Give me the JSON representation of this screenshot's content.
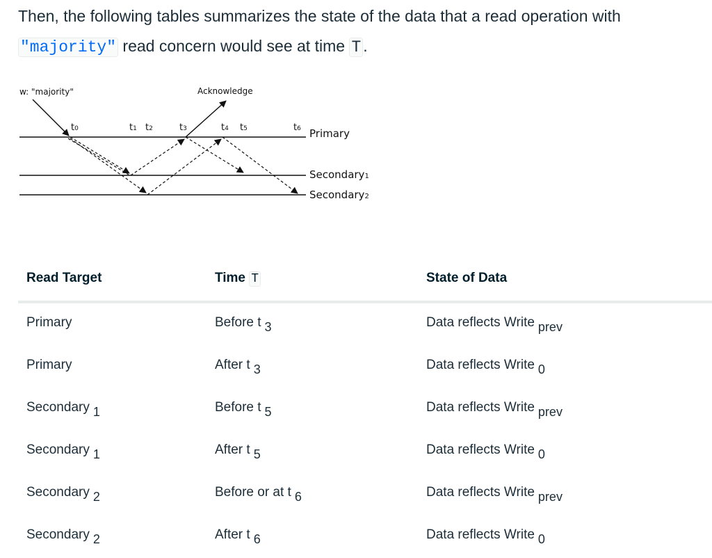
{
  "paragraph": {
    "line1": "Then, the following tables summarizes the state of the data that a read operation with",
    "code_majority": "\"majority\"",
    "line2_mid": " read concern would see at time ",
    "code_T": "T",
    "line2_end": "."
  },
  "diagram": {
    "write_label": "w: \"majority\"",
    "ack_label": "Acknowledge",
    "time_labels": [
      "t0",
      "t1",
      "t2",
      "t3",
      "t4",
      "t5",
      "t6"
    ],
    "node_labels": [
      "Primary",
      "Secondary1",
      "Secondary2"
    ]
  },
  "table": {
    "headers": {
      "read_target": "Read Target",
      "time_prefix": "Time ",
      "time_code": "T",
      "state": "State of Data"
    },
    "rows": [
      {
        "target": "Primary",
        "target_sub": "",
        "time": "Before t",
        "time_sub": "3",
        "state": "Data reflects Write",
        "state_sub": "prev"
      },
      {
        "target": "Primary",
        "target_sub": "",
        "time": "After t",
        "time_sub": "3",
        "state": "Data reflects Write",
        "state_sub": "0"
      },
      {
        "target": "Secondary",
        "target_sub": "1",
        "time": "Before t",
        "time_sub": "5",
        "state": "Data reflects Write",
        "state_sub": "prev"
      },
      {
        "target": "Secondary",
        "target_sub": "1",
        "time": "After t",
        "time_sub": "5",
        "state": "Data reflects Write",
        "state_sub": "0"
      },
      {
        "target": "Secondary",
        "target_sub": "2",
        "time": "Before or at t",
        "time_sub": "6",
        "state": "Data reflects Write",
        "state_sub": "prev"
      },
      {
        "target": "Secondary",
        "target_sub": "2",
        "time": "After t",
        "time_sub": "6",
        "state": "Data reflects Write",
        "state_sub": "0"
      }
    ]
  }
}
